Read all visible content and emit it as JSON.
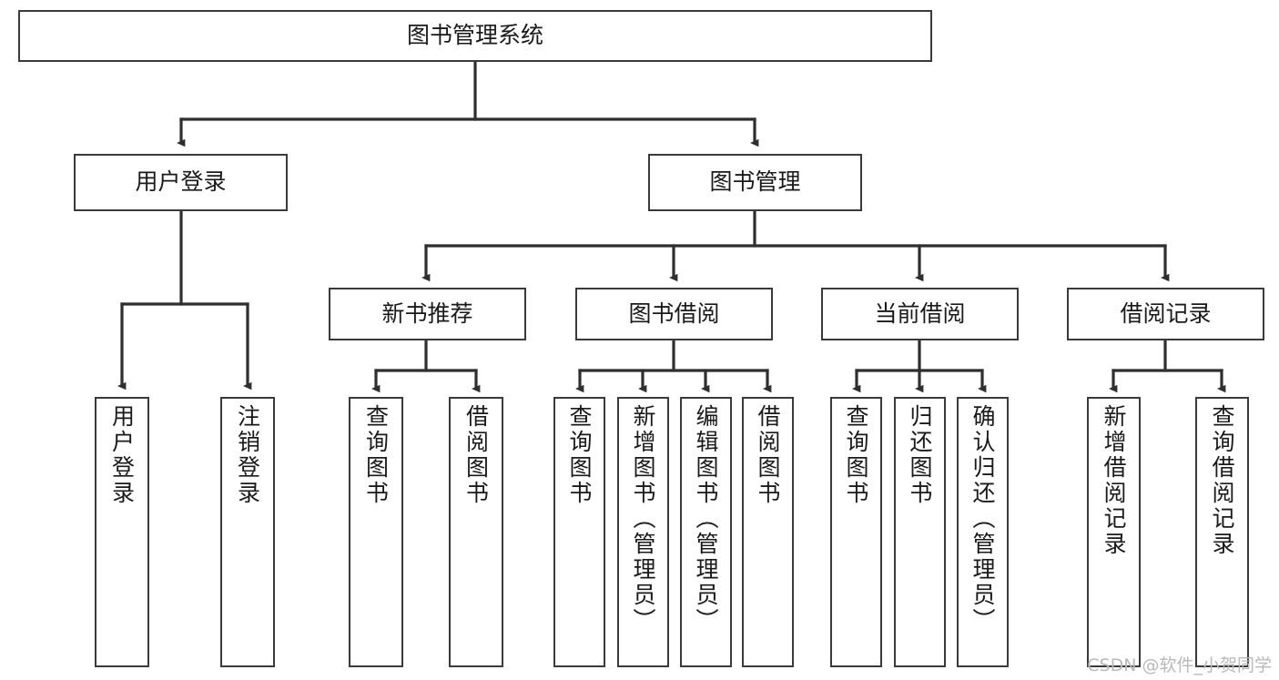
{
  "diagram": {
    "title": "图书管理系统",
    "type": "tree",
    "nodes": {
      "root": {
        "label": "图书管理系统"
      },
      "tier2": [
        {
          "label": "用户登录"
        },
        {
          "label": "图书管理"
        }
      ],
      "tier3": [
        {
          "label": "新书推荐"
        },
        {
          "label": "图书借阅"
        },
        {
          "label": "当前借阅"
        },
        {
          "label": "借阅记录"
        }
      ],
      "leaves_user_login": [
        {
          "label": "用户登录"
        },
        {
          "label": "注销登录"
        }
      ],
      "leaves_new_book": [
        {
          "label": "查询图书"
        },
        {
          "label": "借阅图书"
        }
      ],
      "leaves_borrow": [
        {
          "label": "查询图书"
        },
        {
          "label": "新增图书（管理员）"
        },
        {
          "label": "编辑图书（管理员）"
        },
        {
          "label": "借阅图书"
        }
      ],
      "leaves_current": [
        {
          "label": "查询图书"
        },
        {
          "label": "归还图书"
        },
        {
          "label": "确认归还（管理员）"
        }
      ],
      "leaves_records": [
        {
          "label": "新增借阅记录"
        },
        {
          "label": "查询借阅记录"
        }
      ]
    },
    "colors": {
      "border": "#3a3a3a",
      "text": "#1a1a1a",
      "background": "#ffffff",
      "watermark": "#b9b9b9"
    }
  },
  "watermark": {
    "text": "CSDN @软件_小贺同学"
  }
}
